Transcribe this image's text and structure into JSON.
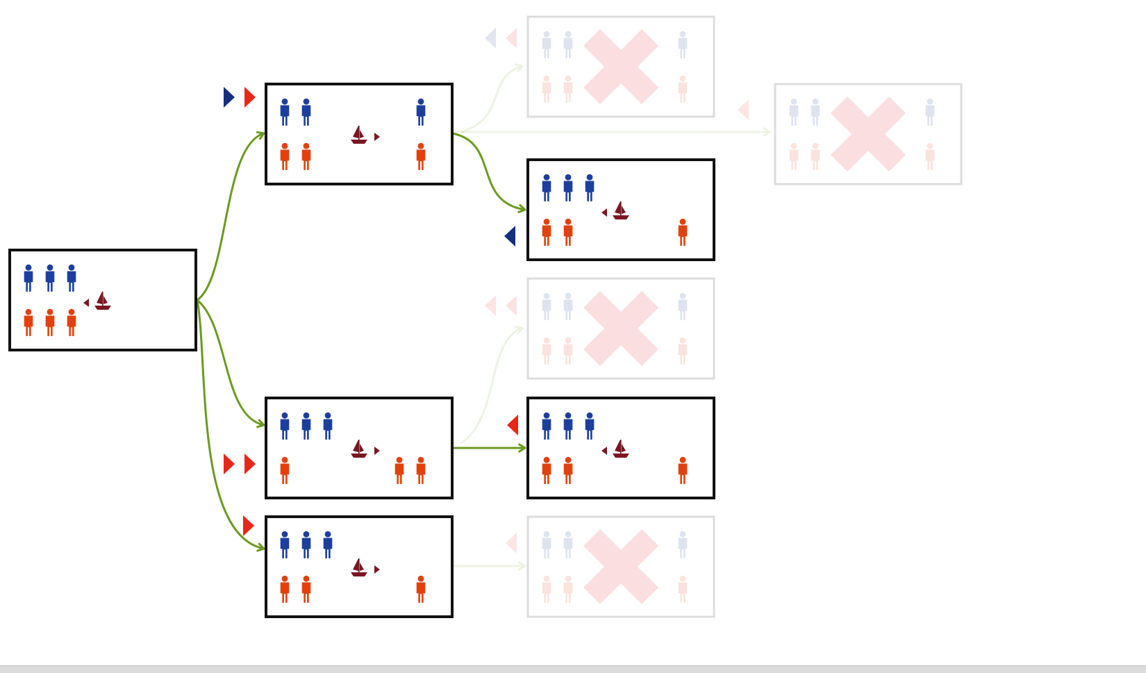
{
  "colors": {
    "background": "#ffffff",
    "box_border": "#111111",
    "missionary": "#1c3f9e",
    "cannibal": "#e2410d",
    "boat": "#7a1722",
    "edge": "#6a9a1e",
    "invalid_x": "#e0202a",
    "move_missionary": "#14307f",
    "move_cannibal": "#e8261a"
  },
  "states": [
    {
      "id": "s0",
      "status": "valid",
      "left": {
        "missionaries": 3,
        "cannibals": 3
      },
      "right": {
        "missionaries": 0,
        "cannibals": 0
      },
      "boat": "left"
    },
    {
      "id": "s1",
      "status": "valid",
      "left": {
        "missionaries": 2,
        "cannibals": 2
      },
      "right": {
        "missionaries": 1,
        "cannibals": 1
      },
      "boat": "right"
    },
    {
      "id": "s2",
      "status": "valid",
      "left": {
        "missionaries": 3,
        "cannibals": 1
      },
      "right": {
        "missionaries": 0,
        "cannibals": 2
      },
      "boat": "right"
    },
    {
      "id": "s3",
      "status": "valid",
      "left": {
        "missionaries": 3,
        "cannibals": 2
      },
      "right": {
        "missionaries": 0,
        "cannibals": 1
      },
      "boat": "right"
    },
    {
      "id": "s4",
      "status": "invalid",
      "left": {
        "missionaries": 2,
        "cannibals": 2
      },
      "right": {
        "missionaries": 1,
        "cannibals": 1
      },
      "boat": "left"
    },
    {
      "id": "s5",
      "status": "invalid",
      "left": {
        "missionaries": 2,
        "cannibals": 2
      },
      "right": {
        "missionaries": 1,
        "cannibals": 1
      },
      "boat": "left"
    },
    {
      "id": "s6",
      "status": "valid",
      "left": {
        "missionaries": 3,
        "cannibals": 2
      },
      "right": {
        "missionaries": 0,
        "cannibals": 1
      },
      "boat": "left"
    },
    {
      "id": "s7",
      "status": "invalid",
      "left": {
        "missionaries": 2,
        "cannibals": 2
      },
      "right": {
        "missionaries": 1,
        "cannibals": 1
      },
      "boat": "left"
    },
    {
      "id": "s8",
      "status": "valid",
      "left": {
        "missionaries": 3,
        "cannibals": 2
      },
      "right": {
        "missionaries": 0,
        "cannibals": 1
      },
      "boat": "left"
    },
    {
      "id": "s9",
      "status": "invalid",
      "left": {
        "missionaries": 2,
        "cannibals": 2
      },
      "right": {
        "missionaries": 1,
        "cannibals": 1
      },
      "boat": "left"
    }
  ],
  "transitions": [
    {
      "from": "s0",
      "to": "s1",
      "move": [
        "missionary",
        "cannibal"
      ],
      "active": true
    },
    {
      "from": "s0",
      "to": "s2",
      "move": [
        "cannibal",
        "cannibal"
      ],
      "active": true
    },
    {
      "from": "s0",
      "to": "s3",
      "move": [
        "cannibal"
      ],
      "active": true
    },
    {
      "from": "s1",
      "to": "s4",
      "move": [
        "missionary",
        "cannibal"
      ],
      "active": false
    },
    {
      "from": "s1",
      "to": "s6",
      "move": [
        "missionary"
      ],
      "active": true
    },
    {
      "from": "s1",
      "to": "s5",
      "move": [
        "cannibal"
      ],
      "active": false
    },
    {
      "from": "s2",
      "to": "s7",
      "move": [
        "cannibal",
        "cannibal"
      ],
      "active": false
    },
    {
      "from": "s2",
      "to": "s8",
      "move": [
        "cannibal"
      ],
      "active": true
    },
    {
      "from": "s3",
      "to": "s9",
      "move": [
        "cannibal"
      ],
      "active": false
    }
  ]
}
